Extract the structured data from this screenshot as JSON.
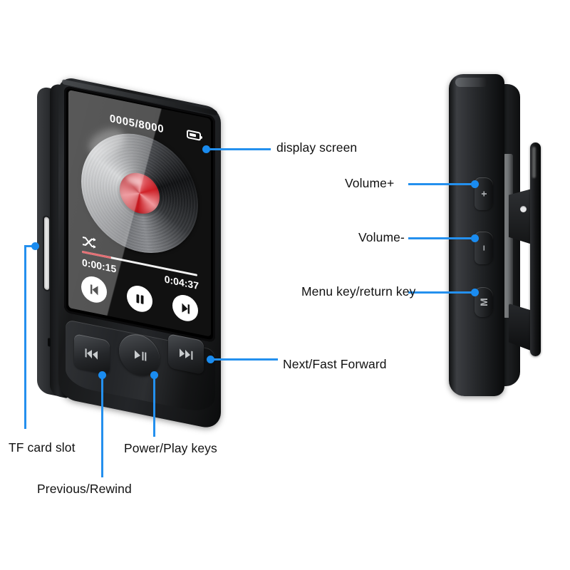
{
  "product": {
    "type": "portable mp3 music player",
    "views": [
      "front view",
      "right side view"
    ]
  },
  "screen": {
    "track_counter": "0005/8000",
    "battery_icon": "battery-icon",
    "shuffle_icon": "shuffle-icon",
    "album_art": "vinyl-record-disc",
    "time_elapsed": "0:00:15",
    "time_total": "0:04:37",
    "progress_percent": 25,
    "controls": [
      {
        "name": "previous-track",
        "glyph": "⏮"
      },
      {
        "name": "pause",
        "glyph": "⏸"
      },
      {
        "name": "next-track",
        "glyph": "⏭"
      }
    ]
  },
  "hardware_keys": {
    "rewind": "⏪",
    "play_pause": "▶❘❘",
    "forward": "⏩",
    "volume_up": "+",
    "volume_down": "−",
    "menu": "M"
  },
  "callouts": [
    {
      "id": "display-screen",
      "label": "display screen"
    },
    {
      "id": "volume-up",
      "label": "Volume+"
    },
    {
      "id": "volume-down",
      "label": "Volume-"
    },
    {
      "id": "menu-return-key",
      "label": "Menu key/return key"
    },
    {
      "id": "next-fast-forward",
      "label": "Next/Fast Forward"
    },
    {
      "id": "tf-card-slot",
      "label": "TF card slot"
    },
    {
      "id": "power-play-keys",
      "label": "Power/Play keys"
    },
    {
      "id": "previous-rewind",
      "label": "Previous/Rewind"
    }
  ],
  "colors": {
    "accent": "#2490ee",
    "dot": "#1a8cf0",
    "background": "#ffffff",
    "progress_fill": "#d9383f",
    "hub": "#cf2027",
    "label_text": "#111111"
  }
}
